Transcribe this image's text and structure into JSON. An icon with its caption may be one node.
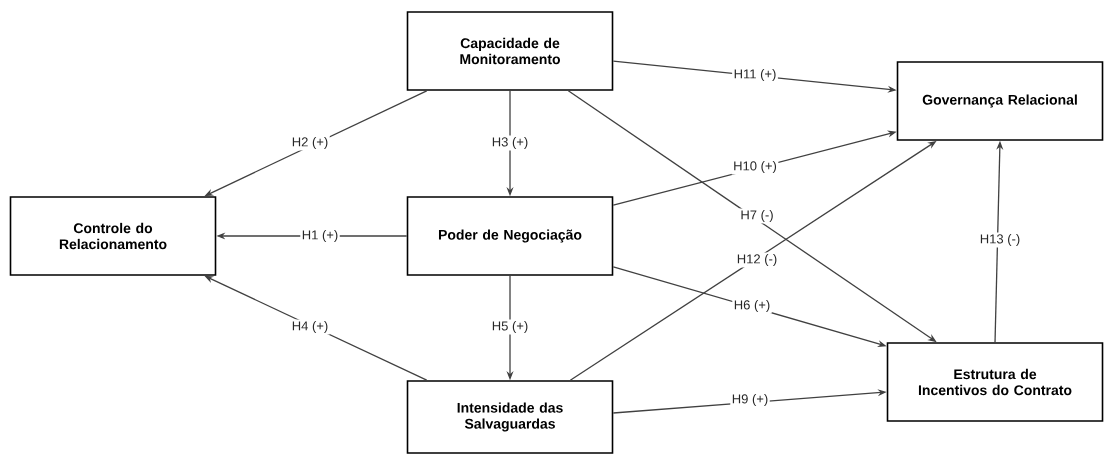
{
  "diagram": {
    "nodes": [
      {
        "text": [
          "Capacidade de Monitoramento"
        ]
      },
      {
        "text": [
          "Governança Relacional"
        ]
      },
      {
        "text": [
          "Controle do Relacionamento"
        ]
      },
      {
        "text": [
          "Poder de Negociação"
        ]
      },
      {
        "text": [
          "Estrutura de Incentivos do Contrato"
        ]
      },
      {
        "text": [
          "Intensidade das Salvaguardas"
        ]
      }
    ],
    "edges": [
      {
        "from": 3,
        "to": 2,
        "arrow": "to",
        "label": "H1 (+)"
      },
      {
        "from": 0,
        "to": 2,
        "arrow": "to",
        "label": "H2 (+)"
      },
      {
        "from": 0,
        "to": 3,
        "arrow": "to",
        "label": "H3 (+)"
      },
      {
        "from": 5,
        "to": 2,
        "arrow": "to",
        "label": "H4 (+)"
      },
      {
        "from": 3,
        "to": 5,
        "arrow": "to",
        "label": "H5 (+)"
      },
      {
        "from": 3,
        "to": 4,
        "arrow": "to",
        "label": "H6 (+)"
      },
      {
        "from": 0,
        "to": 4,
        "arrow": "to",
        "label": "H7 (-)"
      },
      {
        "from": 5,
        "to": 4,
        "arrow": "to",
        "label": "H9 (+)"
      },
      {
        "from": 3,
        "to": 1,
        "arrow": "to",
        "label": "H10 (+)"
      },
      {
        "from": 0,
        "to": 1,
        "arrow": "to",
        "label": "H11 (+)"
      },
      {
        "from": 5,
        "to": 1,
        "arrow": "to",
        "label": "H12 (-)"
      },
      {
        "from": 4,
        "to": 1,
        "arrow": "to",
        "label": "H13 (-)"
      }
    ]
  }
}
